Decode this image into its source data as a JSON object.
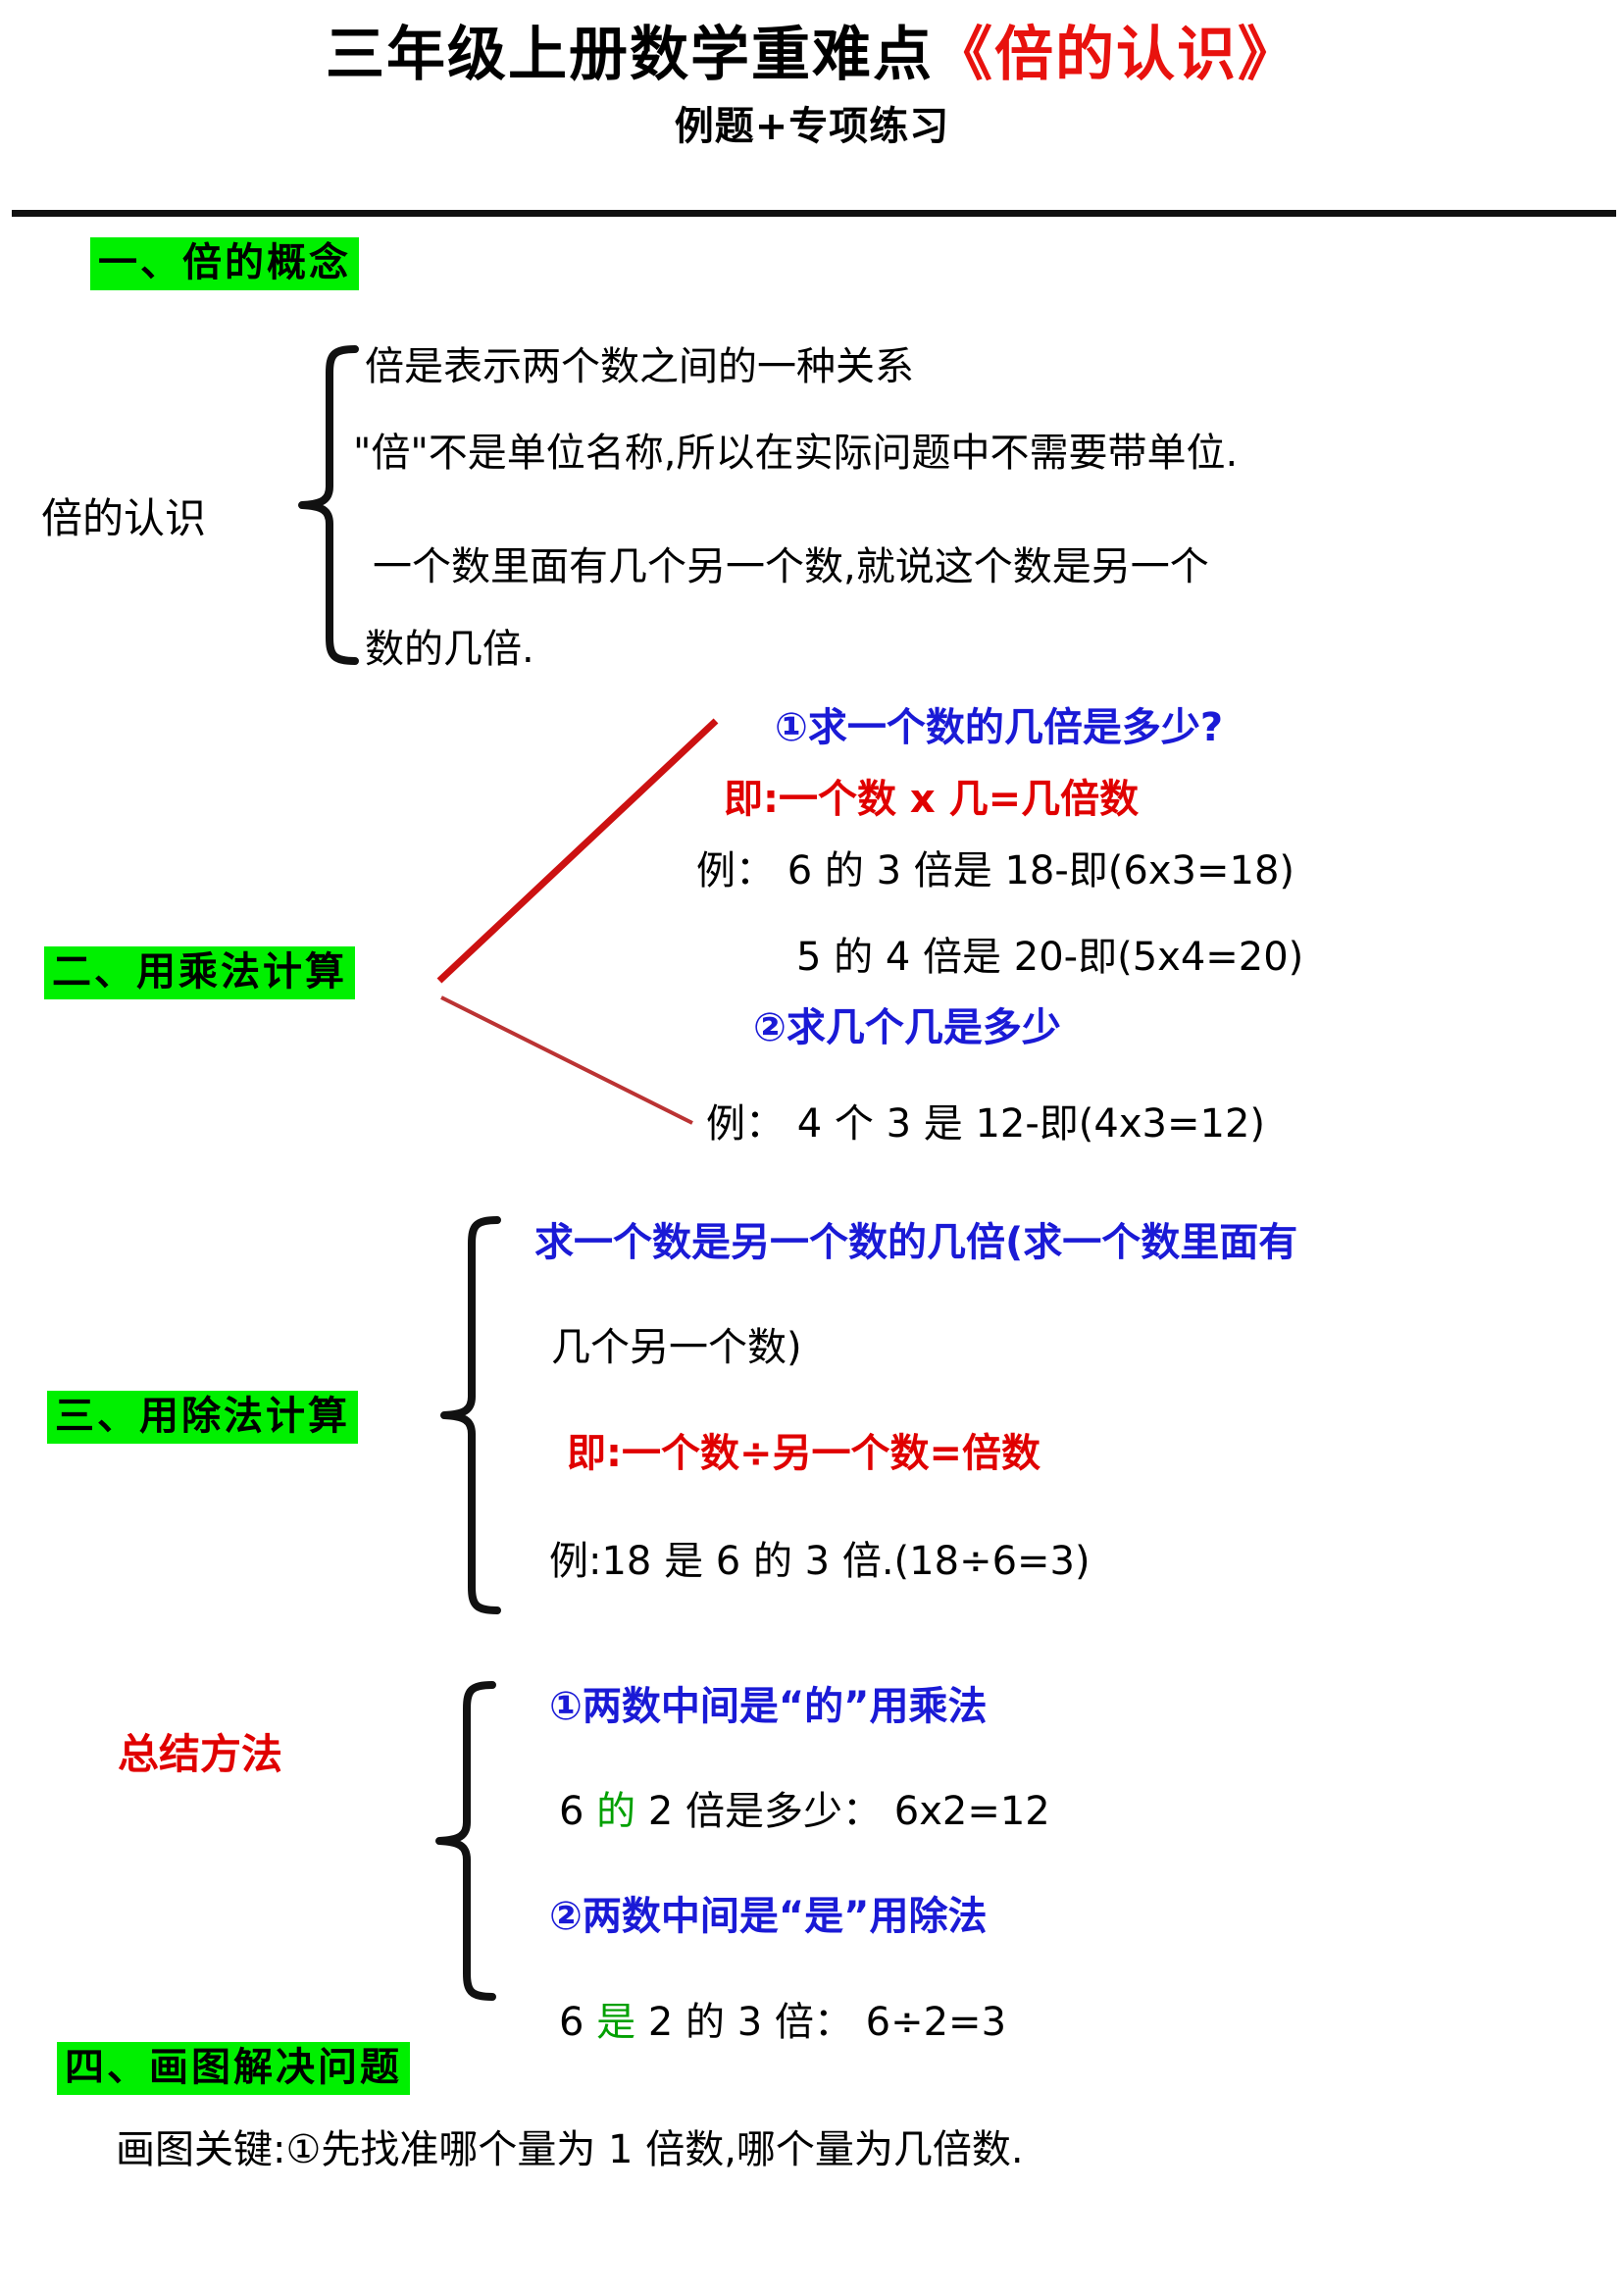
{
  "document": {
    "title_main_black": "三年级上册数学重难点",
    "title_main_red": "《倍的认识》",
    "title_sub": "例题+专项练习"
  },
  "section1": {
    "tag": "一、倍的概念",
    "group_label": "倍的认识",
    "lines": [
      "倍是表示两个数之间的一种关系",
      "\"倍\"不是单位名称,所以在实际问题中不需要带单位.",
      "一个数里面有几个另一个数,就说这个数是另一个",
      "数的几倍."
    ]
  },
  "section2": {
    "tag": "二、用乘法计算",
    "item1_heading": "①求一个数的几倍是多少?",
    "item1_formula": "即:一个数 x 几=几倍数",
    "item1_example1": "例： 6 的 3 倍是 18-即(6x3=18)",
    "item1_example2": "5 的 4 倍是 20-即(5x4=20)",
    "item2_heading": "②求几个几是多少",
    "item2_example1": "例： 4 个 3 是 12-即(4x3=12)"
  },
  "section3": {
    "tag": "三、用除法计算",
    "heading_line1": "求一个数是另一个数的几倍(求一个数里面有",
    "heading_line2": "几个另一个数)",
    "formula": "即:一个数÷另一个数=倍数",
    "example": "例:18 是 6 的 3 倍.(18÷6=3)"
  },
  "summary": {
    "label": "总结方法",
    "item1_heading": "①两数中间是“的”用乘法",
    "item1_example_pre": "6 ",
    "item1_example_key": "的",
    "item1_example_post": " 2 倍是多少： 6x2=12",
    "item2_heading": "②两数中间是“是”用除法",
    "item2_example_pre": "6 ",
    "item2_example_key": "是",
    "item2_example_post": " 2 的 3 倍： 6÷2=3"
  },
  "section4": {
    "tag": "四、画图解决问题",
    "line1": "画图关键:①先找准哪个量为 1 倍数,哪个量为几倍数."
  },
  "colors": {
    "highlight_green": "#00f000",
    "title_red": "#e8120e",
    "text_blue": "#1a1ad6",
    "text_red": "#e00000",
    "key_green": "#00a000",
    "connector_red": "#cc1111"
  }
}
